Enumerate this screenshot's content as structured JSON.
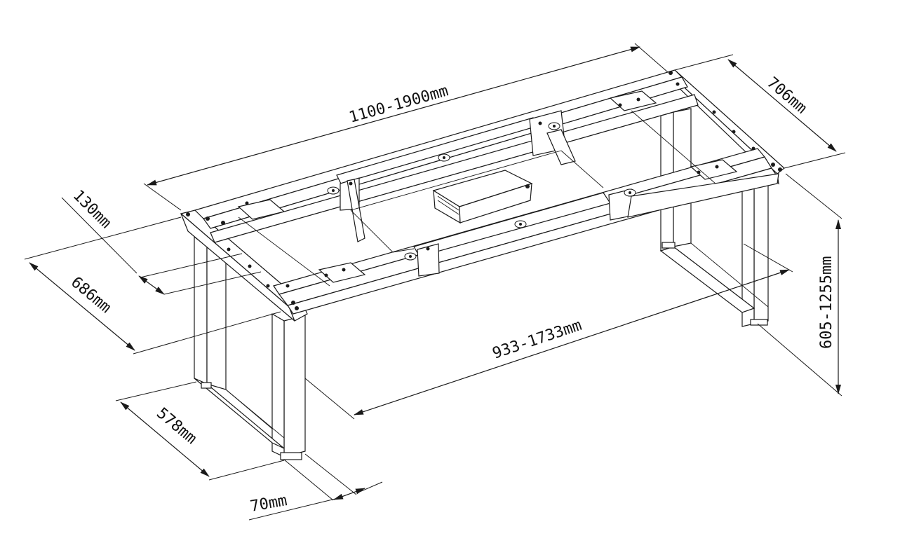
{
  "diagram": {
    "subject": "height-adjustable desk frame",
    "dimensions": {
      "frame_length": "1100-1900mm",
      "frame_depth": "706mm",
      "crossbar_width": "130mm",
      "crossbar_span": "686mm",
      "leg_spacing": "933-1733mm",
      "height": "605-1255mm",
      "foot_depth": "578mm",
      "leg_width": "70mm"
    }
  }
}
